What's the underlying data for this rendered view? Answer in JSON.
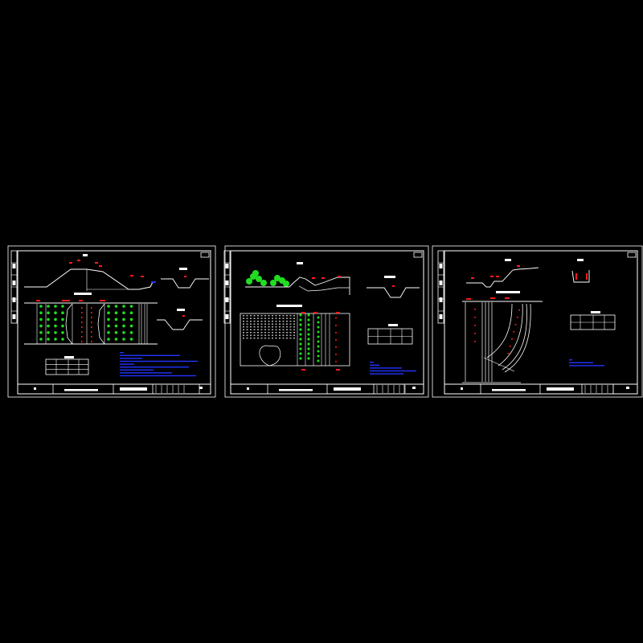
{
  "canvas": {
    "background": "#000000"
  },
  "colors": {
    "line": "#ffffff",
    "vegetation": "#22dd22",
    "marker": "#ff1a1a",
    "notes": "#2233ff",
    "hatch": "#bbbbbb"
  },
  "sheets": [
    {
      "index": 1,
      "theme": "cross-section-and-plan"
    },
    {
      "index": 2,
      "theme": "landscape-section-and-plan"
    },
    {
      "index": 3,
      "theme": "curved-channel-plan"
    }
  ]
}
